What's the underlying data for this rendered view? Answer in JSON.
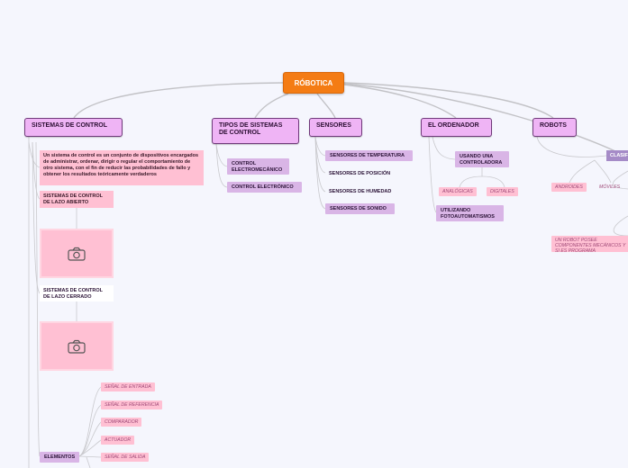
{
  "root": "RÓBOTICA",
  "branches": {
    "sistemas_control": {
      "label": "SISTEMAS DE CONTROL",
      "definition": "Un sistema de control es un conjunto de dispositivos encargados de administrar, ordenar, dirigir o regular el comportamiento de otro sistema, con el fin de reducir las probabilidades de fallo y obtener los resultados teóricamente verdaderos",
      "lazo_abierto": "SISTEMAS DE CONTROL DE LAZO ABIERTO",
      "lazo_cerrado": "SISTEMAS DE CONTROL DE LAZO CERRADO",
      "elementos": "ELEMENTOS",
      "elementos_items": [
        "SEÑAL DE ENTRADA",
        "SEÑAL DE REFERENCIA",
        "COMPARADOR",
        "ACTUADOR",
        "SEÑAL DE SALIDA"
      ]
    },
    "tipos": {
      "label": "TIPOS DE SISTEMAS DE CONTROL",
      "items": [
        "CONTROL ELECTROMECÁNICO",
        "CONTROL ELECTRÓNICO"
      ]
    },
    "sensores": {
      "label": "SENSORES",
      "items": [
        "SENSORES DE TEMPERATURA",
        "SENSORES DE POSICIÓN",
        "SENSORES DE HUMEDAD",
        "SENSORES DE SONIDO"
      ]
    },
    "ordenador": {
      "label": "EL ORDENADOR",
      "controladora": "USANDO UNA CONTROLADORA",
      "controladora_items": [
        "ANALÓGICAS",
        "DIGITALES"
      ],
      "foto": "UTILIZANDO FOTOAUTOMATISMOS"
    },
    "robots": {
      "label": "ROBOTS",
      "clasificacion": "CLASIF",
      "tipos": [
        "ANDROIDES",
        "MÓVILES"
      ],
      "descripcion": "UN ROBOT POSEE COMPONENTES MECÁNICOS Y SI ES PROGRAMA"
    }
  },
  "icons": {
    "image_placeholder": "camera-icon"
  },
  "colors": {
    "root": "#f47c14",
    "main": "#efb4f5",
    "sub": "#d9b5e6",
    "pink": "#ffc0d3",
    "accent": "#a58bc7"
  }
}
